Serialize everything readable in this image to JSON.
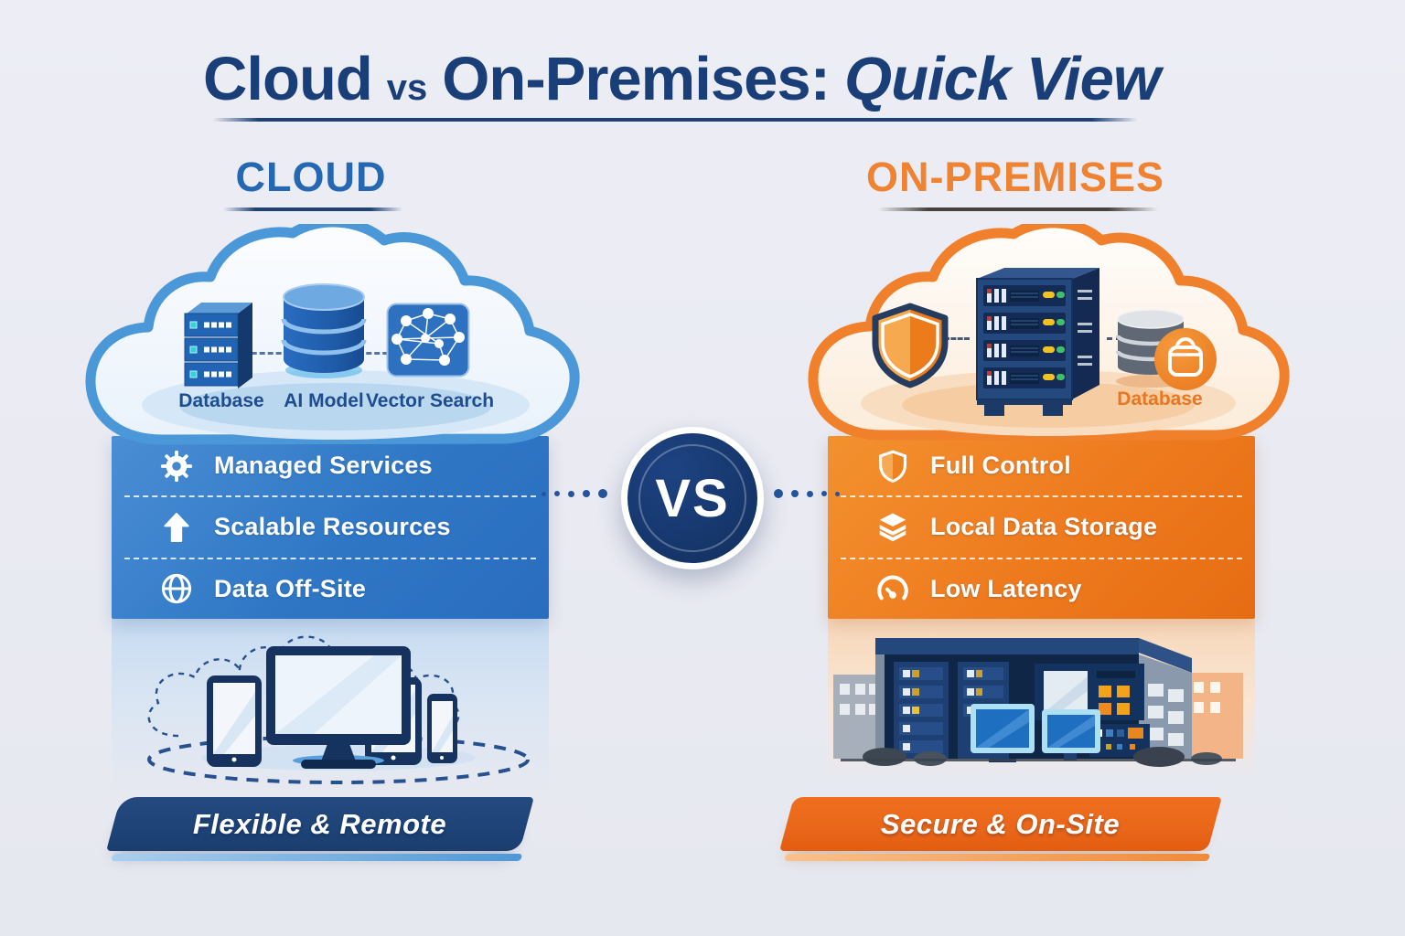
{
  "title": {
    "word1": "Cloud",
    "vs": "vs",
    "word2": "On-Premises:",
    "emphasis": "Quick View"
  },
  "cloud": {
    "heading": "CLOUD",
    "icon_labels": [
      "Database",
      "AI Model",
      "Vector Search"
    ],
    "features": [
      {
        "icon": "gear-icon",
        "label": "Managed Services"
      },
      {
        "icon": "arrow-up-icon",
        "label": "Scalable Resources"
      },
      {
        "icon": "globe-icon",
        "label": "Data Off-Site"
      }
    ],
    "banner": "Flexible & Remote"
  },
  "vs_badge": {
    "label": "VS"
  },
  "onprem": {
    "heading": "ON-PREMISES",
    "icon_labels": [
      "Database"
    ],
    "features": [
      {
        "icon": "shield-icon",
        "label": "Full Control"
      },
      {
        "icon": "layers-icon",
        "label": "Local Data Storage"
      },
      {
        "icon": "gauge-icon",
        "label": "Low Latency"
      }
    ],
    "banner": "Secure & On-Site"
  },
  "colors": {
    "background": "#e9eaf2",
    "title_navy": "#1a3e78",
    "cloud_heading_blue": "#2467b2",
    "cloud_border_blue": "#4b98d9",
    "panel_blue": "#2f77c5",
    "onprem_heading_orange": "#ef8332",
    "cloud_border_orange": "#f0802b",
    "panel_orange": "#ee7a1e",
    "banner_navy": "#1d4377",
    "banner_orange": "#e9661a",
    "vs_navy": "#16376d"
  }
}
